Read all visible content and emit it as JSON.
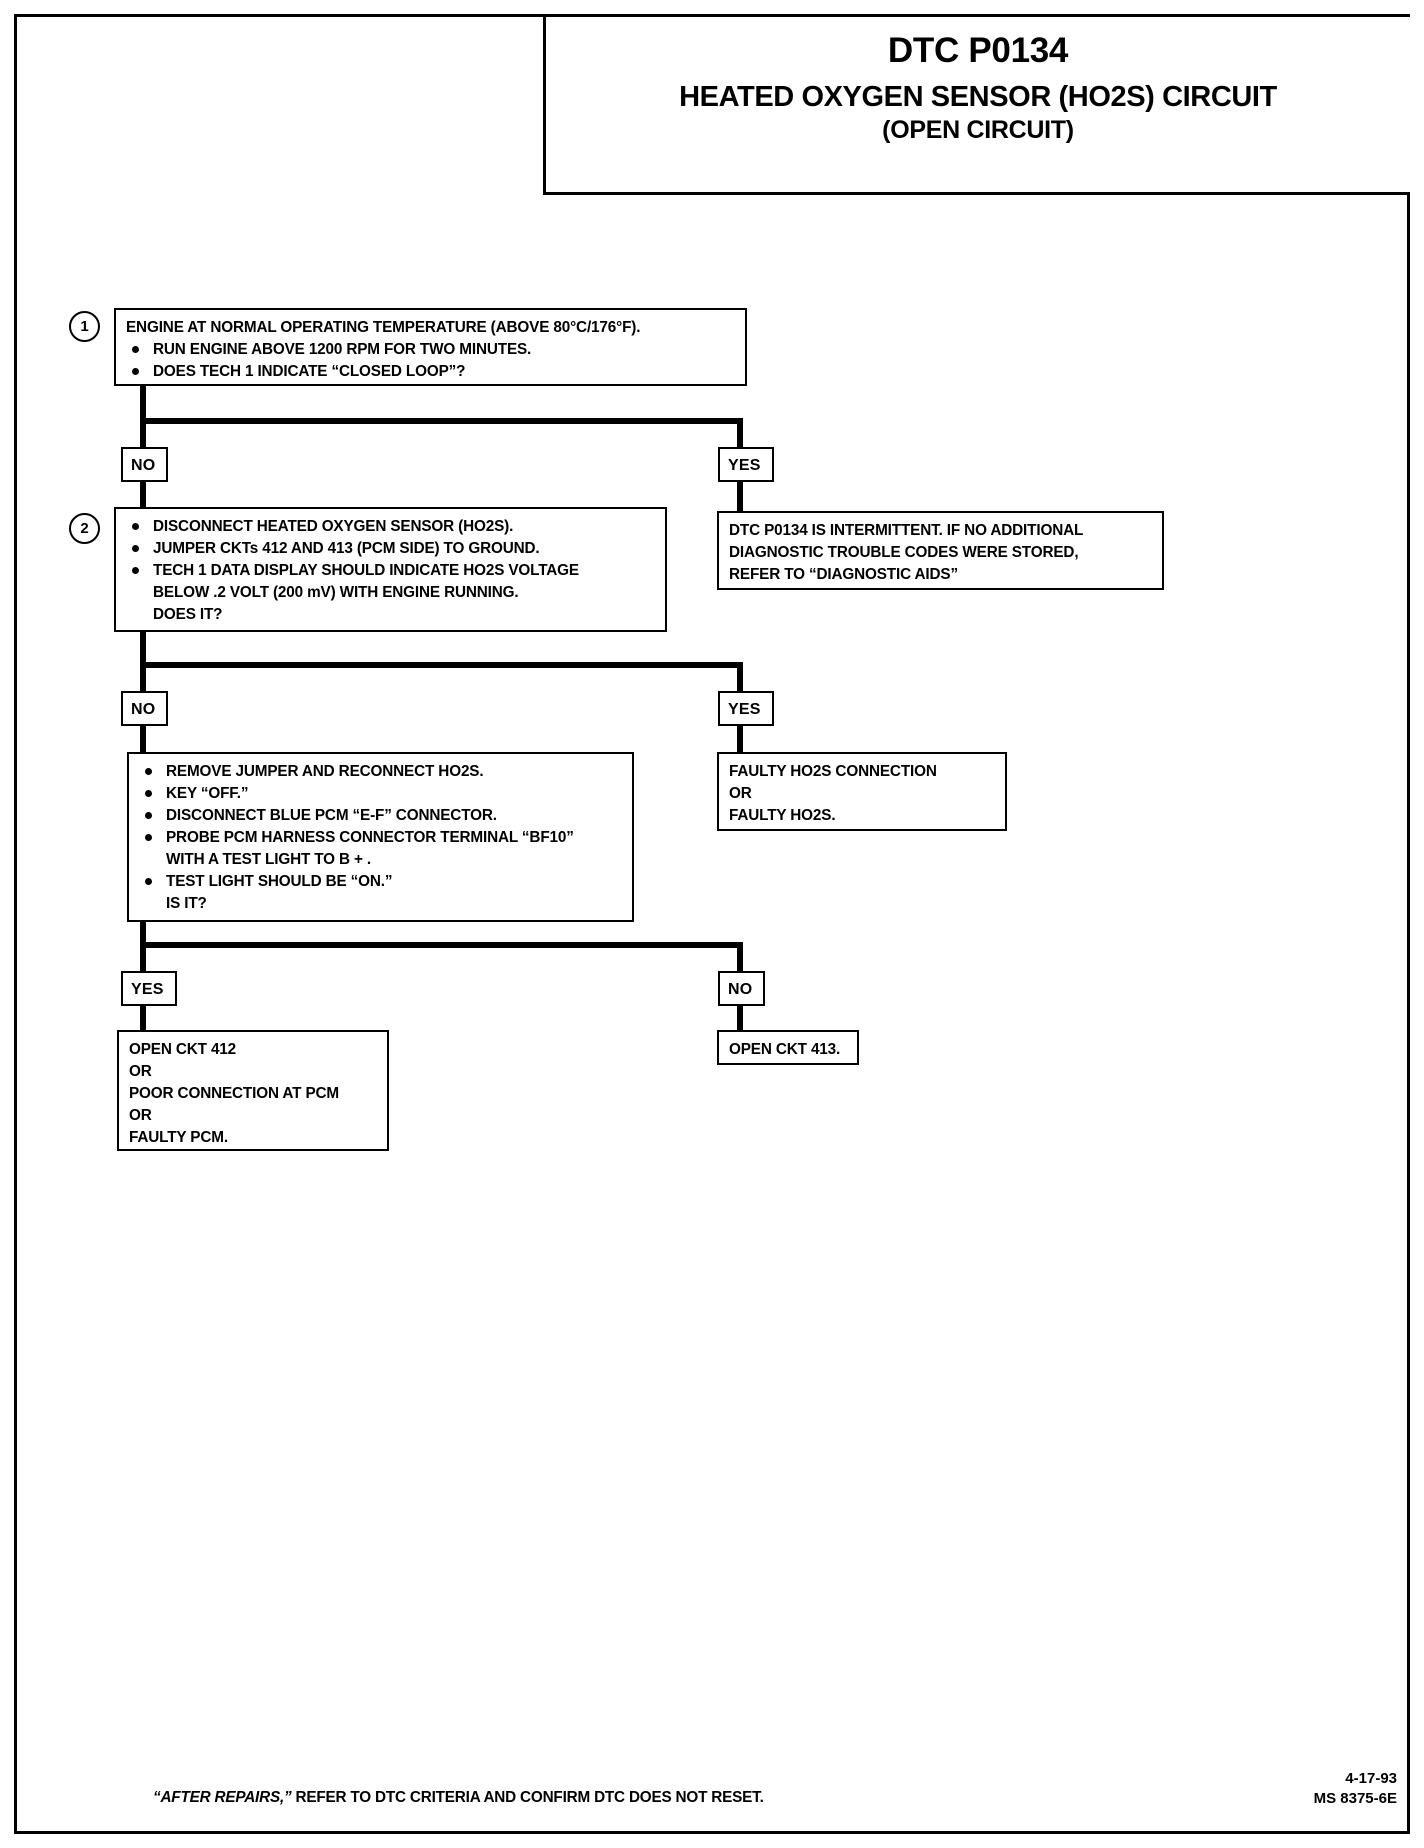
{
  "header": {
    "dtc_title": "DTC P0134",
    "subtitle_line1": "HEATED OXYGEN SENSOR (HO2S) CIRCUIT",
    "subtitle_line2": "(OPEN CIRCUIT)"
  },
  "steps": {
    "step1_number": "1",
    "step1_line1": "ENGINE AT NORMAL OPERATING TEMPERATURE (ABOVE 80°C/176°F).",
    "step1_bullet1": "RUN ENGINE ABOVE 1200 RPM FOR TWO MINUTES.",
    "step1_bullet2": "DOES TECH 1 INDICATE “CLOSED LOOP”?",
    "step2_number": "2",
    "step2_bullet1": "DISCONNECT HEATED OXYGEN SENSOR (HO2S).",
    "step2_bullet2": "JUMPER CKTs 412 AND 413 (PCM SIDE) TO GROUND.",
    "step2_bullet3": "TECH 1 DATA DISPLAY SHOULD INDICATE HO2S  VOLTAGE",
    "step2_bullet3_cont1": "BELOW .2 VOLT (200 mV) WITH ENGINE RUNNING.",
    "step2_bullet3_cont2": "DOES IT?",
    "step3_bullet1": "REMOVE JUMPER AND RECONNECT HO2S.",
    "step3_bullet2": "KEY “OFF.”",
    "step3_bullet3": "DISCONNECT BLUE PCM “E-F” CONNECTOR.",
    "step3_bullet4": "PROBE PCM HARNESS CONNECTOR TERMINAL “BF10”",
    "step3_bullet4_cont": "WITH A TEST LIGHT TO B + .",
    "step3_bullet5": "TEST LIGHT SHOULD BE “ON.”",
    "step3_bullet5_cont": "IS IT?"
  },
  "tags": {
    "no_1": "NO",
    "yes_1": "YES",
    "no_2": "NO",
    "yes_2": "YES",
    "yes_3": "YES",
    "no_3": "NO"
  },
  "results": {
    "intermittent_line1": "DTC P0134 IS INTERMITTENT.  IF NO ADDITIONAL",
    "intermittent_line2": "DIAGNOSTIC TROUBLE CODES WERE STORED,",
    "intermittent_line3": "REFER TO “DIAGNOSTIC AIDS”",
    "faulty_line1": "FAULTY HO2S CONNECTION",
    "faulty_line2": "OR",
    "faulty_line3": "FAULTY HO2S.",
    "open412_line1": "OPEN CKT 412",
    "open412_line2": "OR",
    "open412_line3": "POOR CONNECTION AT PCM",
    "open412_line4": "OR",
    "open412_line5": "FAULTY PCM.",
    "open413_line1": "OPEN CKT 413."
  },
  "footer": {
    "note_italic": "“AFTER REPAIRS,”",
    "note_rest": " REFER TO DTC CRITERIA  AND CONFIRM DTC DOES NOT RESET.",
    "date": "4-17-93",
    "code": "MS 8375-6E"
  },
  "colors": {
    "ink": "#000000",
    "paper": "#ffffff"
  }
}
